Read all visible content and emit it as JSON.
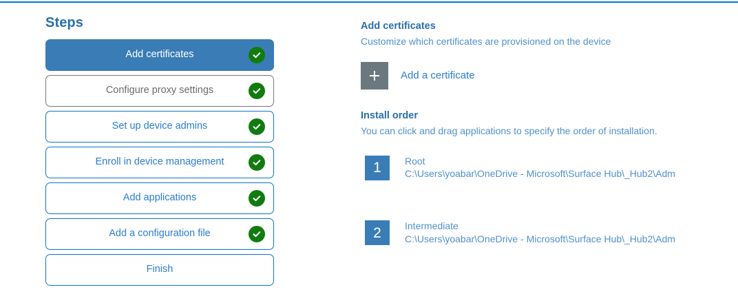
{
  "accent": {
    "top_rule": "#0078d4",
    "selected_step_bg": "#3a7cb5",
    "link_blue": "#2b7cd3",
    "heading_blue": "#2a6ea8",
    "check_green": "#107c10",
    "plus_tile_gray": "#6b7880"
  },
  "steps_pane": {
    "heading": "Steps",
    "items": [
      {
        "label": "Add certificates",
        "state": "selected",
        "completed": true
      },
      {
        "label": "Configure proxy settings",
        "state": "muted",
        "completed": true
      },
      {
        "label": "Set up device admins",
        "state": "default",
        "completed": true
      },
      {
        "label": "Enroll in device management",
        "state": "default",
        "completed": true
      },
      {
        "label": "Add applications",
        "state": "default",
        "completed": true
      },
      {
        "label": "Add a configuration file",
        "state": "default",
        "completed": true
      },
      {
        "label": "Finish",
        "state": "default",
        "completed": false
      }
    ]
  },
  "detail_pane": {
    "title": "Add certificates",
    "subtitle": "Customize which certificates are provisioned on the device",
    "add_certificate": {
      "icon": "plus-icon",
      "label": "Add a certificate"
    },
    "install_order": {
      "title": "Install order",
      "subtitle": "You can click and drag applications to specify the order of installation.",
      "items": [
        {
          "number": "1",
          "name": "Root",
          "path": "C:\\Users\\yoabar\\OneDrive - Microsoft\\Surface Hub\\_Hub2\\Adm"
        },
        {
          "number": "2",
          "name": "Intermediate",
          "path": "C:\\Users\\yoabar\\OneDrive - Microsoft\\Surface Hub\\_Hub2\\Adm"
        }
      ]
    }
  }
}
